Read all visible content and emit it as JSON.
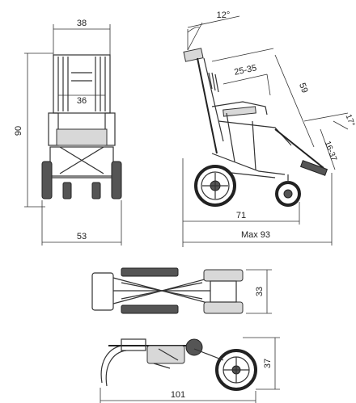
{
  "front_view": {
    "top_width": "38",
    "seat_width": "36",
    "height": "90",
    "base_width": "53"
  },
  "side_view": {
    "back_angle": "12°",
    "seat_depth": "25-35",
    "back_height": "59",
    "footrest_range": "16-37",
    "footrest_angle": "17°",
    "wheelbase": "71",
    "max_length": "Max 93"
  },
  "folded_top_view": {
    "width": "33"
  },
  "folded_side_view": {
    "height": "37",
    "length": "101"
  }
}
